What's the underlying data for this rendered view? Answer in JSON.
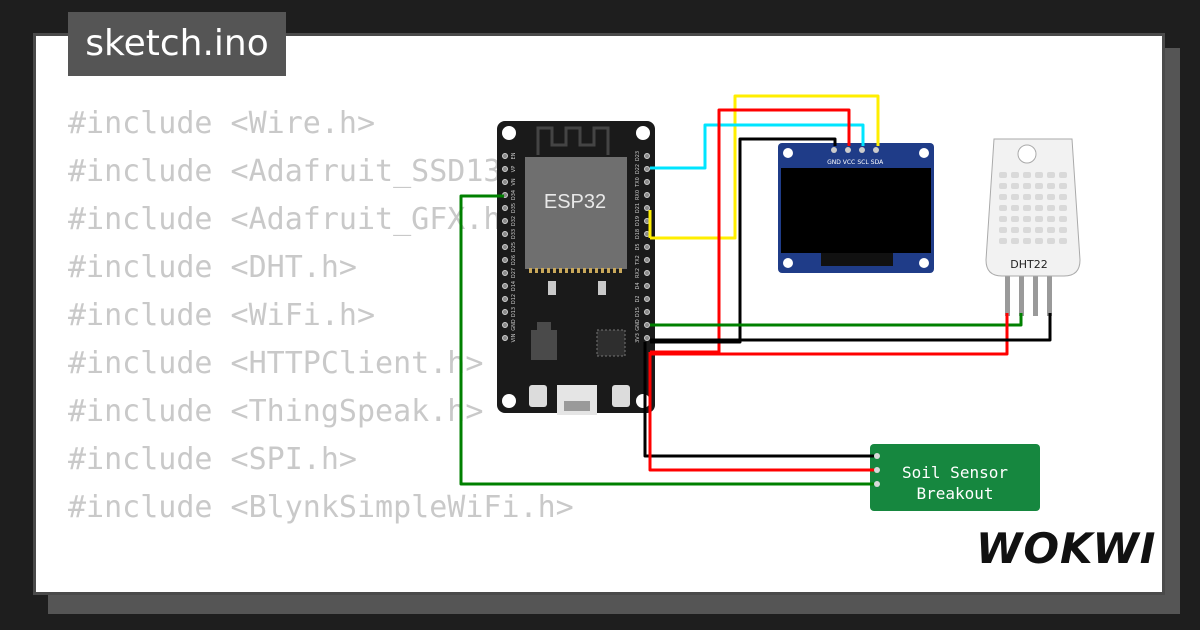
{
  "project": {
    "filename": "sketch.ino",
    "brand": "WOKWI"
  },
  "code_lines": [
    "#include <Wire.h>",
    "#include <Adafruit_SSD1306.h>",
    "#include <Adafruit_GFX.h>",
    "#include <DHT.h>",
    "#include <WiFi.h>",
    "#include <HTTPClient.h>",
    "#include <ThingSpeak.h>",
    "#include <SPI.h>",
    "#include <BlynkSimpleWiFi.h>"
  ],
  "esp32": {
    "label": "ESP32",
    "left_pins": [
      "EN",
      "VP",
      "VN",
      "D34",
      "D35",
      "D32",
      "D33",
      "D25",
      "D26",
      "D27",
      "D14",
      "D12",
      "D13",
      "GND",
      "VIN"
    ],
    "right_pins": [
      "D23",
      "D22",
      "TX0",
      "RX0",
      "D21",
      "D19",
      "D18",
      "D5",
      "TX2",
      "RX2",
      "D4",
      "D2",
      "D15",
      "GND",
      "3V3"
    ]
  },
  "oled": {
    "pins": [
      "GND",
      "VCC",
      "SCL",
      "SDA"
    ]
  },
  "dht": {
    "label": "DHT22"
  },
  "soil": {
    "line1": "Soil Sensor",
    "line2": "Breakout"
  },
  "colors": {
    "wire_yellow": "#ffee00",
    "wire_red": "#ff0000",
    "wire_cyan": "#00e5ff",
    "wire_black": "#000000",
    "wire_green": "#008000",
    "board": "#1a1a1a",
    "oled_pcb": "#1f3c88",
    "soil_pcb": "#16873f"
  }
}
